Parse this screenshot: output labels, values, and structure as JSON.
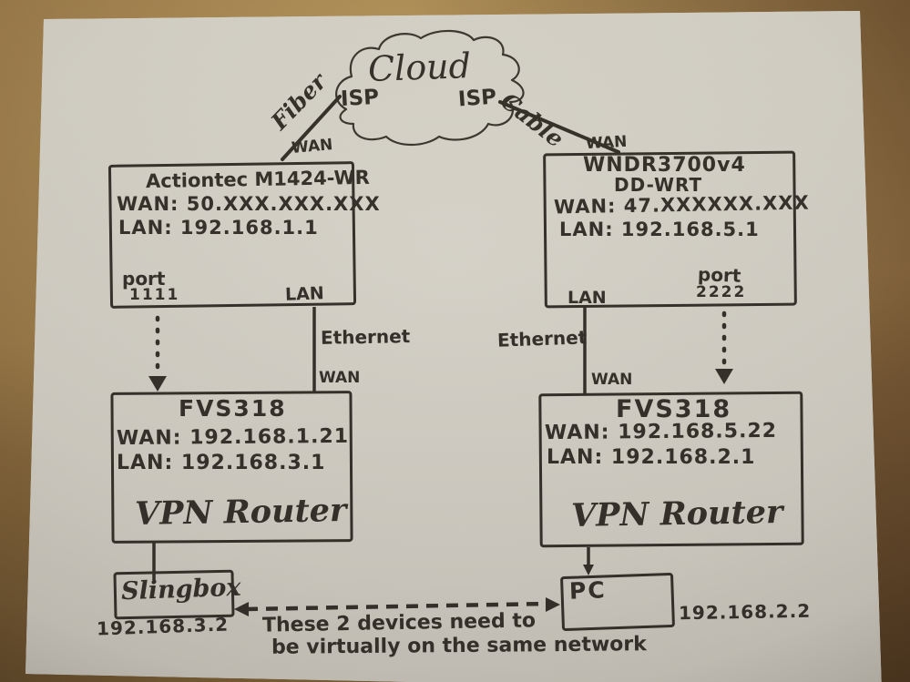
{
  "colors": {
    "ink": "#33302b",
    "paper": "#d5d3cb",
    "wood": "#97784a"
  },
  "cloud": {
    "label": "Cloud",
    "isp_left": "ISP",
    "isp_right": "ISP"
  },
  "links": {
    "fiber_label": "Fiber",
    "cable_label": "Cable",
    "wan_cloud_left": "WAN",
    "wan_cloud_right": "WAN",
    "ethernet_left": "Ethernet",
    "ethernet_right": "Ethernet",
    "wan_vpn_left": "WAN",
    "wan_vpn_right": "WAN"
  },
  "router_left": {
    "title": "Actiontec M1424-WR",
    "wan": "WAN: 50.XXX.XXX.XXX",
    "lan": "LAN: 192.168.1.1",
    "port_label": "port",
    "port_number": "1111",
    "lan_label": "LAN"
  },
  "router_right": {
    "title": "WNDR3700v4",
    "subtitle": "DD-WRT",
    "wan": "WAN: 47.XXXXXX.XXX",
    "lan": "LAN: 192.168.5.1",
    "lan_label": "LAN",
    "port_label": "port",
    "port_number": "2222"
  },
  "vpn_left": {
    "model": "FVS318",
    "wan": "WAN: 192.168.1.21",
    "lan": "LAN: 192.168.3.1",
    "caption": "VPN Router"
  },
  "vpn_right": {
    "model": "FVS318",
    "wan": "WAN: 192.168.5.22",
    "lan": "LAN: 192.168.2.1",
    "caption": "VPN Router"
  },
  "devices": {
    "slingbox_label": "Slingbox",
    "slingbox_ip": "192.168.3.2",
    "pc_label": "PC",
    "pc_ip": "192.168.2.2"
  },
  "note": {
    "line1": "These 2 devices need to",
    "line2": "be virtually on the same network"
  }
}
